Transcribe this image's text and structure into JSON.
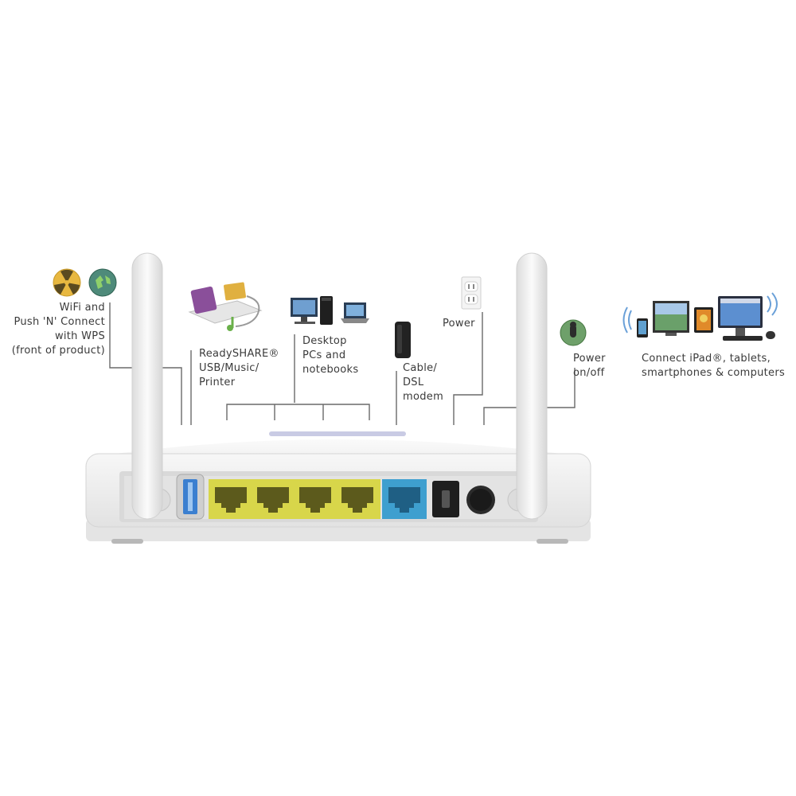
{
  "labels": {
    "wifi": [
      "WiFi and",
      "Push 'N' Connect",
      "with WPS",
      "(front of product)"
    ],
    "readyshare": [
      "ReadySHARE®",
      "USB/Music/",
      "Printer"
    ],
    "desktop": [
      "Desktop",
      "PCs and",
      "notebooks"
    ],
    "modem": [
      "Cable/",
      "DSL",
      "modem"
    ],
    "power": [
      "Power"
    ],
    "power_onoff": [
      "Power",
      "on/off"
    ],
    "devices": [
      "Connect iPad®, tablets,",
      "smartphones & computers"
    ]
  },
  "colors": {
    "lan_port": "#d8d64a",
    "wan_port": "#3e9fcf",
    "usb_port": "#3b7fd0",
    "router_body": "#eeeeee",
    "leader_line": "#6a6a6a",
    "text": "#3a3a3a"
  },
  "icons": [
    "wifi-radiation-icon",
    "wps-globe-icon",
    "usb-drive-music-icon",
    "desktop-pc-icon",
    "notebook-icon",
    "modem-icon",
    "wall-outlet-icon",
    "power-button-icon",
    "phone-icon",
    "tablet-icon",
    "computer-icon"
  ]
}
